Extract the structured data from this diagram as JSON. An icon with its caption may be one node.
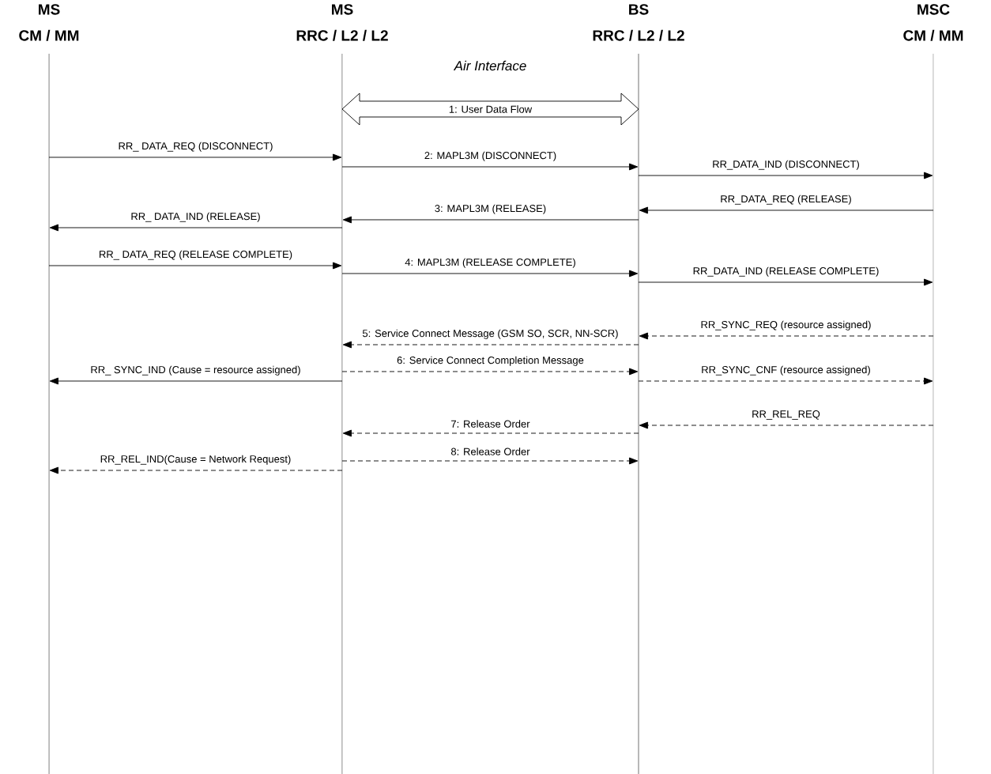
{
  "diagram": {
    "nodes": [
      {
        "text": [
          "MS",
          "CM / MM"
        ]
      },
      {
        "text": [
          "MS",
          "RRC / L2 / L2"
        ]
      },
      {
        "text": [
          "BS",
          "RRC / L2 / L2"
        ]
      },
      {
        "text": [
          "MSC",
          "CM / MM"
        ]
      }
    ],
    "edges": [
      {
        "from": 1,
        "to": 2,
        "arrow": "both",
        "label": "1: User Data Flow",
        "style": "thick"
      },
      {
        "from": 0,
        "to": 1,
        "arrow": "to",
        "label": "RR_ DATA_REQ (DISCONNECT)"
      },
      {
        "from": 1,
        "to": 2,
        "arrow": "to",
        "label": "2: MAPL3M (DISCONNECT)"
      },
      {
        "from": 2,
        "to": 3,
        "arrow": "to",
        "label": "RR_DATA_IND (DISCONNECT)"
      },
      {
        "from": 3,
        "to": 2,
        "arrow": "to",
        "label": "RR_DATA_REQ (RELEASE)"
      },
      {
        "from": 2,
        "to": 1,
        "arrow": "to",
        "label": "3: MAPL3M (RELEASE)"
      },
      {
        "from": 1,
        "to": 0,
        "arrow": "to",
        "label": "RR_ DATA_IND (RELEASE)"
      },
      {
        "from": 0,
        "to": 1,
        "arrow": "to",
        "label": "RR_ DATA_REQ (RELEASE COMPLETE)"
      },
      {
        "from": 1,
        "to": 2,
        "arrow": "to",
        "label": "4: MAPL3M (RELEASE COMPLETE)"
      },
      {
        "from": 2,
        "to": 3,
        "arrow": "to",
        "label": "RR_DATA_IND (RELEASE COMPLETE)"
      },
      {
        "from": 3,
        "to": 2,
        "arrow": "to",
        "label": "RR_SYNC_REQ (resource assigned)",
        "style": "dashed"
      },
      {
        "from": 2,
        "to": 1,
        "arrow": "to",
        "label": "5: Service Connect Message (GSM SO, SCR, NN-SCR)",
        "style": "dashed"
      },
      {
        "from": 1,
        "to": 2,
        "arrow": "to",
        "label": "6: Service Connect Completion Message",
        "style": "dashed"
      },
      {
        "from": 1,
        "to": 0,
        "arrow": "to",
        "label": "RR_ SYNC_IND (Cause = resource assigned)"
      },
      {
        "from": 2,
        "to": 3,
        "arrow": "to",
        "label": "RR_SYNC_CNF (resource assigned)",
        "style": "dashed"
      },
      {
        "from": 3,
        "to": 2,
        "arrow": "to",
        "label": "RR_REL_REQ",
        "style": "dashed"
      },
      {
        "from": 2,
        "to": 1,
        "arrow": "to",
        "label": "7: Release Order",
        "style": "dashed"
      },
      {
        "from": 1,
        "to": 2,
        "arrow": "to",
        "label": "8: Release Order",
        "style": "dashed"
      },
      {
        "from": 1,
        "to": 0,
        "arrow": "to",
        "label": "RR_REL_IND(Cause = Network Request)",
        "style": "dashed"
      }
    ],
    "labels": [
      "Air Interface"
    ]
  }
}
